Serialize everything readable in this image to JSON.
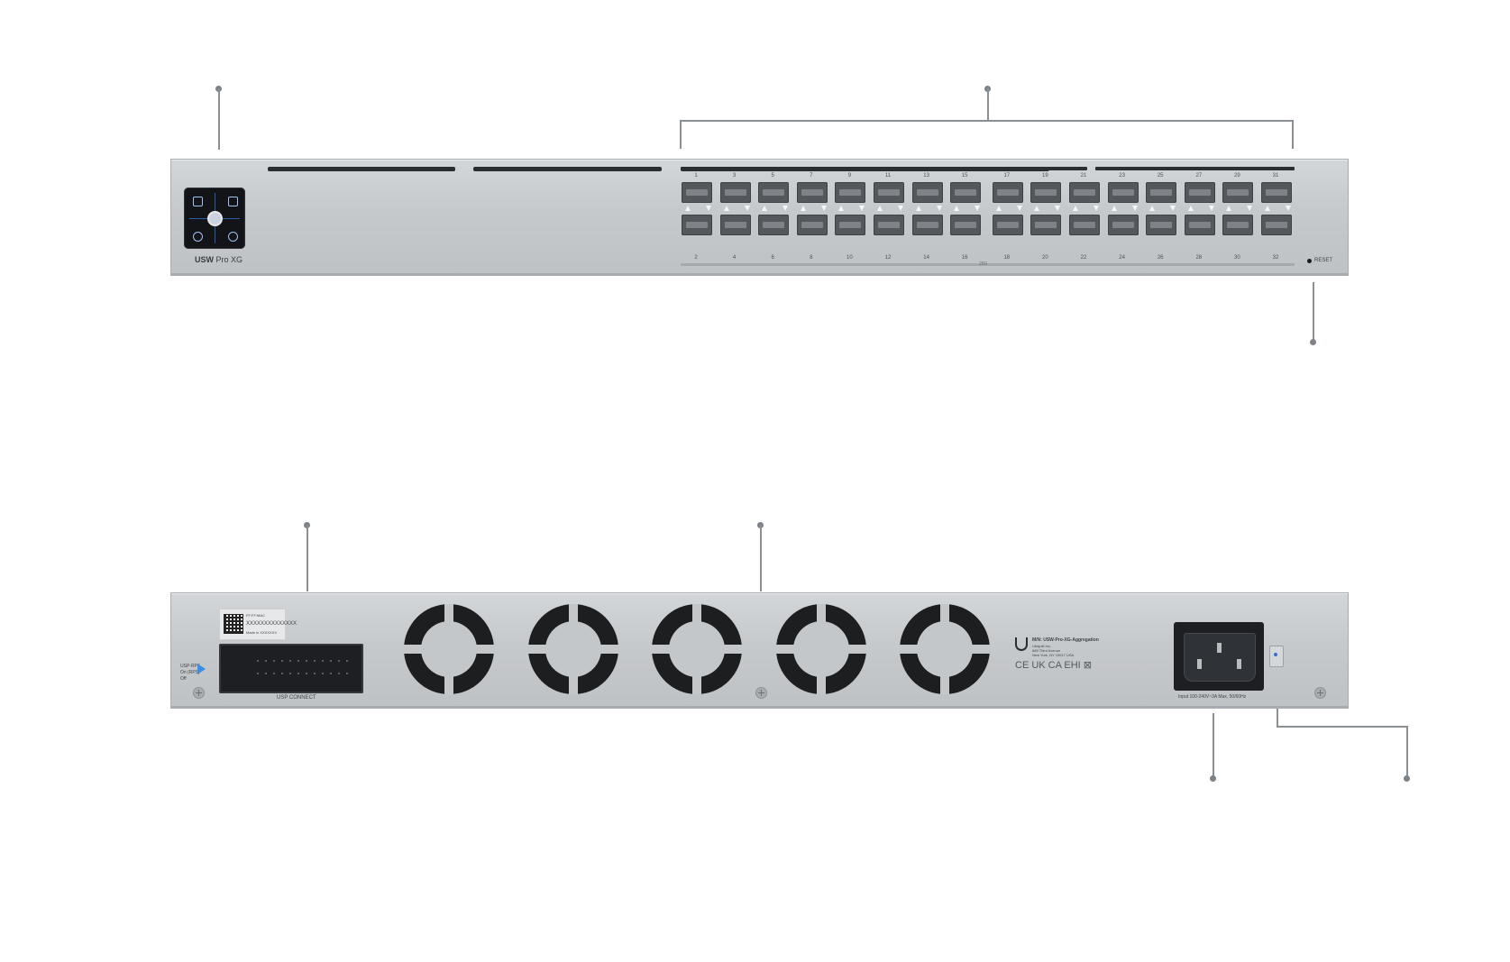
{
  "front_panel": {
    "model_brand": "USW",
    "model_name": "Pro XG",
    "reset_label": "RESET",
    "top_port_numbers": [
      "1",
      "3",
      "5",
      "7",
      "9",
      "11",
      "13",
      "15",
      "17",
      "19",
      "21",
      "23",
      "25",
      "27",
      "29",
      "31"
    ],
    "bottom_port_numbers": [
      "2",
      "4",
      "6",
      "8",
      "10",
      "12",
      "14",
      "16",
      "18",
      "20",
      "22",
      "24",
      "26",
      "28",
      "30",
      "32"
    ],
    "port_speed_label": "25G"
  },
  "rear_panel": {
    "led_labels": [
      "USP-RPS",
      "On (RPS)",
      "Off"
    ],
    "sticker_lines": [
      "FF:FF:MAC",
      "XXXXXXXXXXXXXX",
      "Made in XXXXXXX"
    ],
    "usp_label": "USP CONNECT",
    "brand_lines": [
      "M/N: USW-Pro-XG-Aggregation",
      "Ubiquiti Inc.",
      "685 Third Avenue",
      "New York, NY 10017 USA"
    ],
    "cert_marks": "CE UK CA EHI ⊠",
    "power_label": "Input 100-240V~3A Max, 50/60Hz"
  },
  "colors": {
    "chassis": "#c6c9cc",
    "callout": "#8a8f94",
    "display_accent": "#2c5ea8",
    "port_cage": "#54585d"
  }
}
